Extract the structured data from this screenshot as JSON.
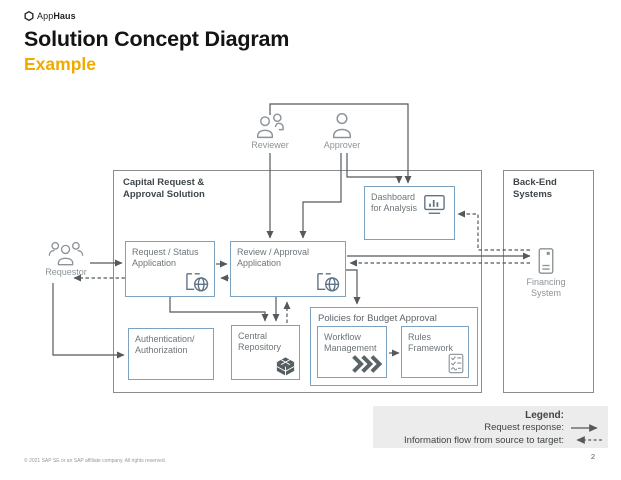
{
  "slide": {
    "logo": {
      "prefix": "App",
      "suffix": "Haus"
    },
    "title": "Solution Concept Diagram",
    "subtitle": "Example",
    "footer": {
      "copyright": "© 2021 SAP SE or an SAP affiliate company. All rights reserved.",
      "page": "2"
    }
  },
  "actors": {
    "reviewer": {
      "label": "Reviewer"
    },
    "approver": {
      "label": "Approver"
    },
    "requestor": {
      "label": "Requestor"
    }
  },
  "containers": {
    "capital": {
      "label": "Capital Request &\nApproval Solution"
    },
    "backend": {
      "label": "Back-End\nSystems"
    }
  },
  "nodes": {
    "request_app": {
      "label": "Request / Status\nApplication",
      "icon": "browser-globe-icon"
    },
    "review_app": {
      "label": "Review / Approval\nApplication",
      "icon": "browser-globe-icon"
    },
    "dashboard": {
      "label": "Dashboard\nfor Analysis",
      "icon": "bar-chart-icon"
    },
    "auth": {
      "label": "Authentication/\nAuthorization"
    },
    "central_repo": {
      "label": "Central\nRepository",
      "icon": "cube-icon"
    },
    "policies": {
      "label": "Policies for Budget Approval"
    },
    "workflow": {
      "label": "Workflow\nManagement",
      "icon": "chevrons-icon"
    },
    "rules": {
      "label": "Rules\nFramework",
      "icon": "checklist-icon"
    },
    "financing": {
      "label": "Financing\nSystem",
      "icon": "server-icon"
    }
  },
  "legend": {
    "title": "Legend:",
    "request_response": "Request response:",
    "information_flow": "Information flow from source to target:"
  },
  "colors": {
    "accent": "#f0ab00",
    "node_border": "#7da2c1",
    "container_border": "#8c8c8c",
    "connector": "#54595d",
    "node_text": "#6e7579",
    "legend_bg": "#ececec"
  }
}
